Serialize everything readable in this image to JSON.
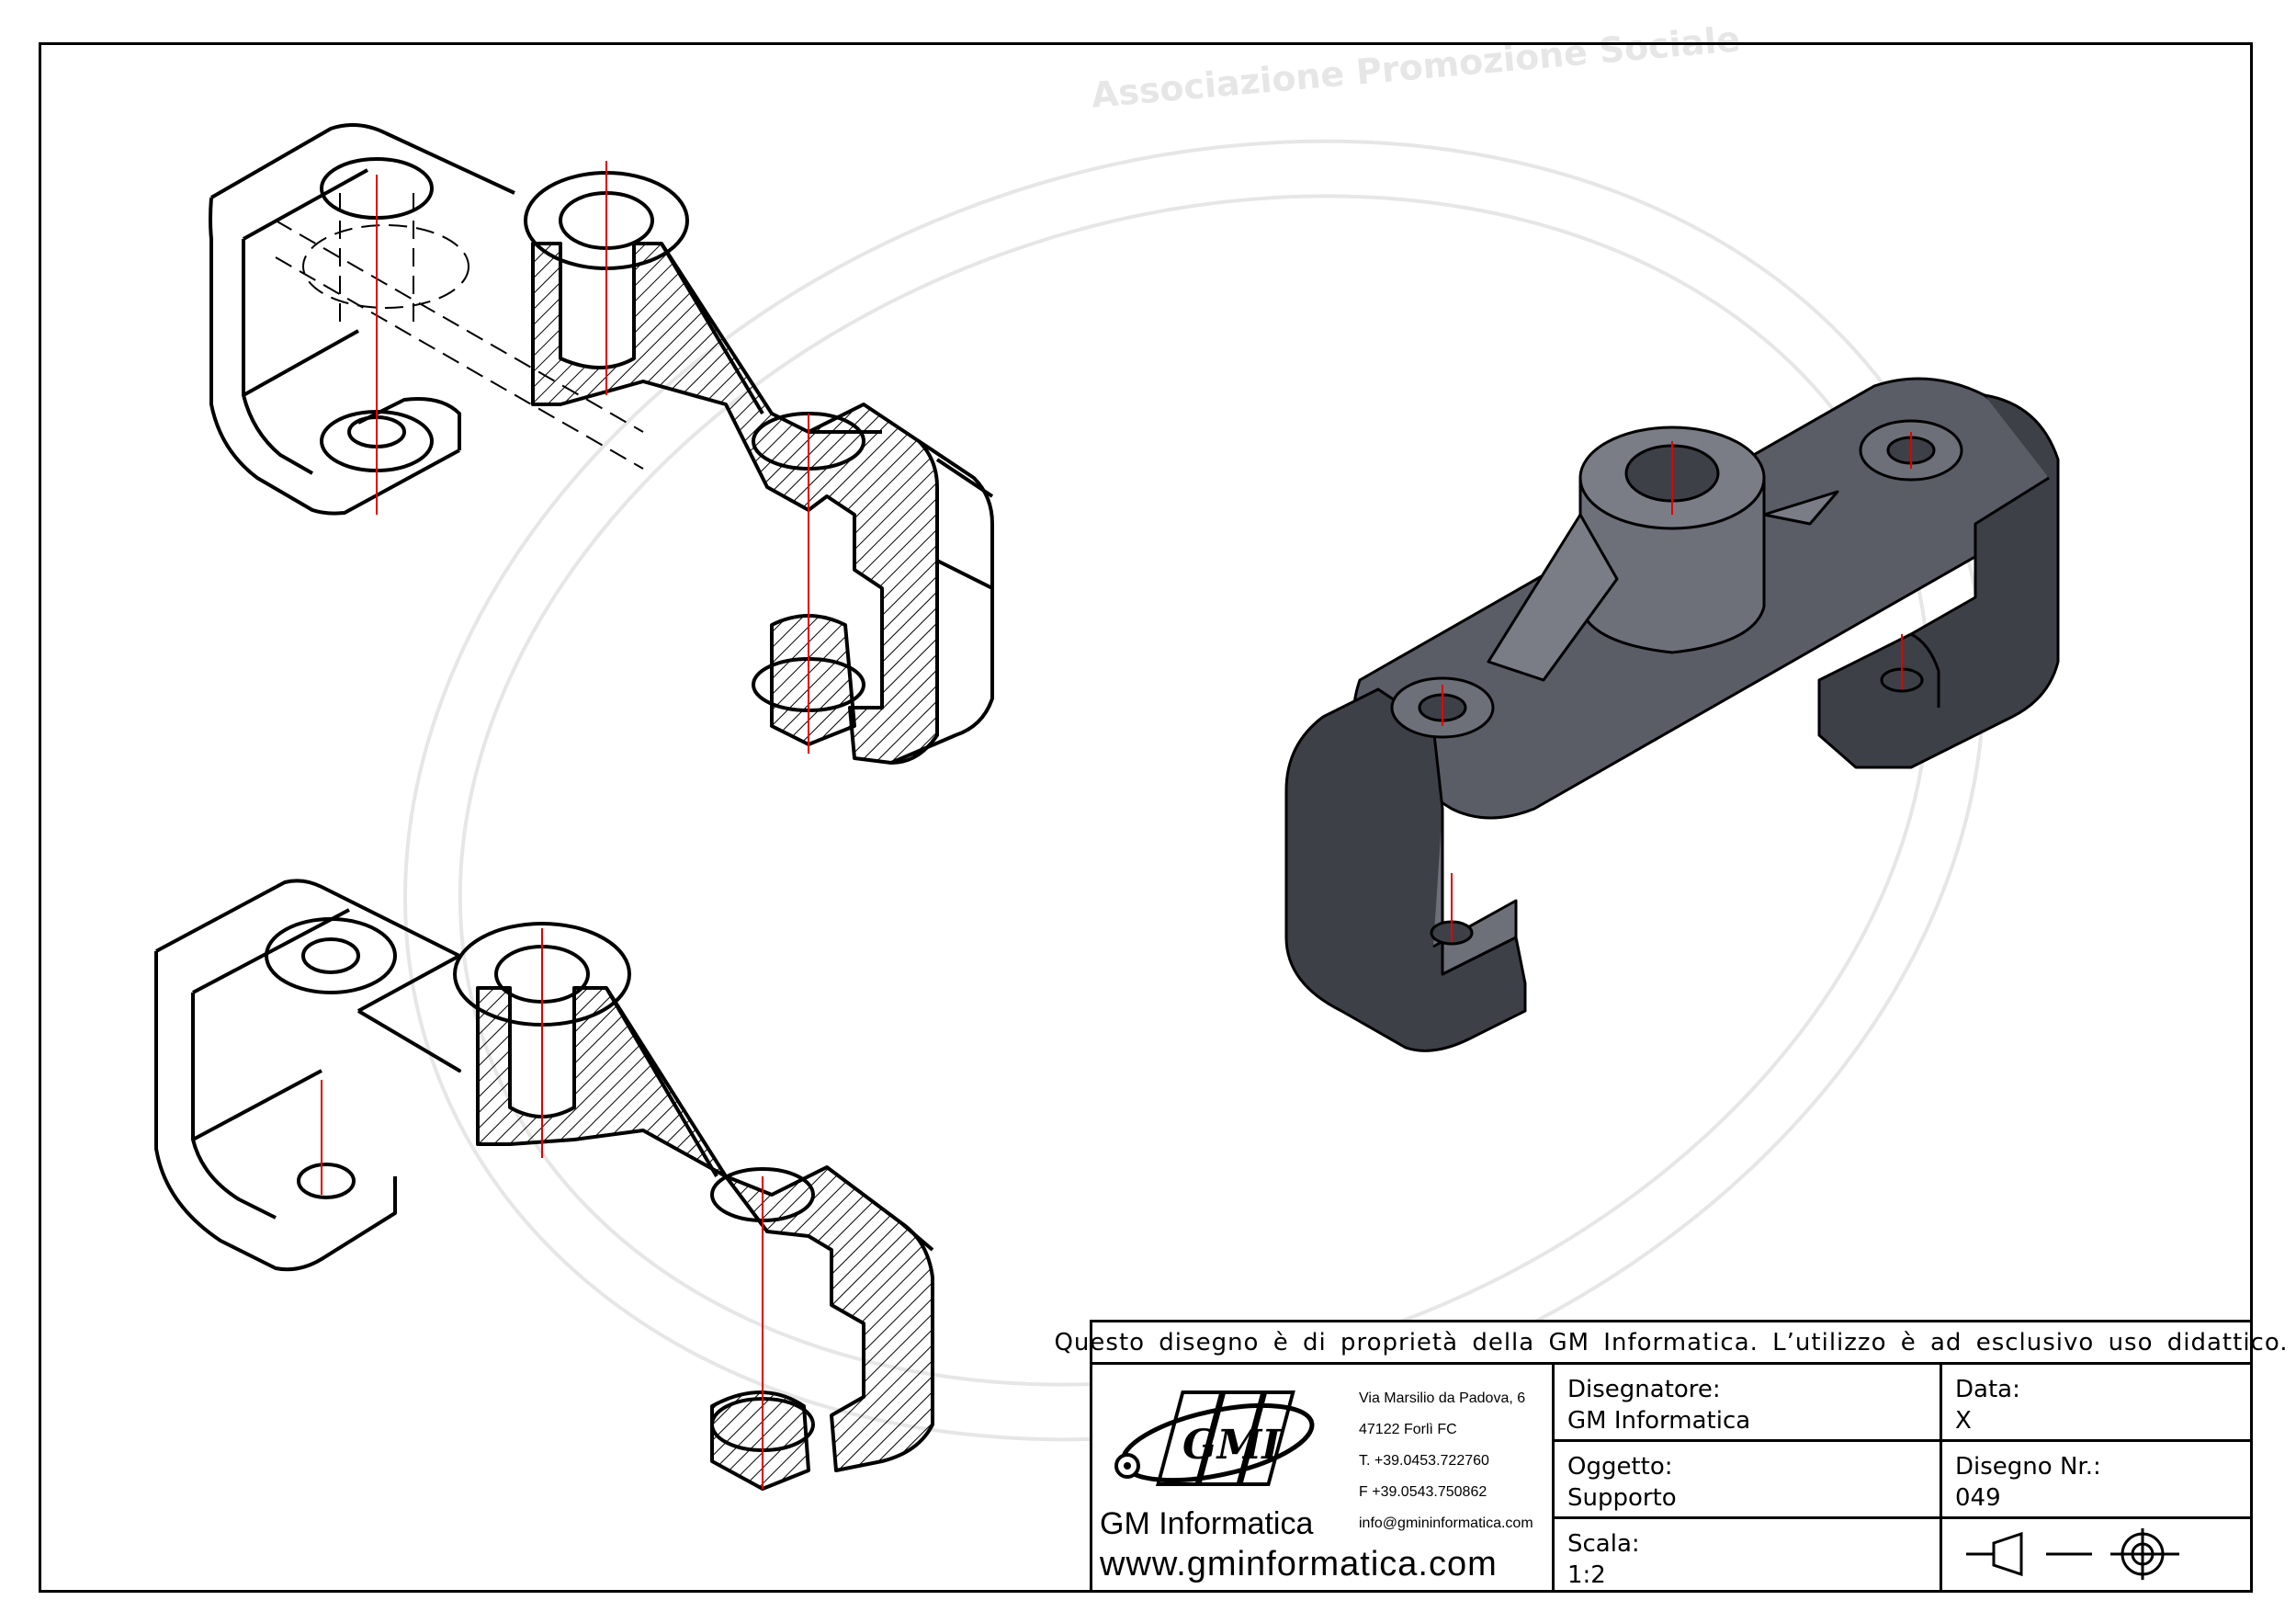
{
  "watermark": {
    "text": "Associazione Promozione Sociale",
    "color": "#e6e6e6"
  },
  "title_block": {
    "notice": "Questo disegno è di proprietà della GM Informatica. L’utilizzo è ad esclusivo uso didattico.",
    "company": {
      "logo_text": "GMI",
      "address_lines": [
        "Via Marsilio da Padova, 6",
        "47122  Forlì  FC",
        "T. +39.0453.722760",
        "F +39.0543.750862",
        "info@gmininformatica.com"
      ],
      "name": "GM Informatica",
      "website": "www.gminformatica.com"
    },
    "disegnatore": {
      "label": "Disegnatore:",
      "value": "GM  Informatica"
    },
    "data": {
      "label": "Data:",
      "value": "X"
    },
    "oggetto": {
      "label": "Oggetto:",
      "value": "Supporto"
    },
    "disegno_nr": {
      "label": "Disegno  Nr.:",
      "value": "049"
    },
    "scala": {
      "label": "Scala:",
      "value": "1:2"
    },
    "projection_symbol": "first-angle-projection-icon"
  },
  "colors": {
    "line": "#000000",
    "centerline": "#e00000",
    "solid_fill": "#5a5c66",
    "solid_dark": "#3e4048",
    "solid_light": "#7a7c86"
  }
}
